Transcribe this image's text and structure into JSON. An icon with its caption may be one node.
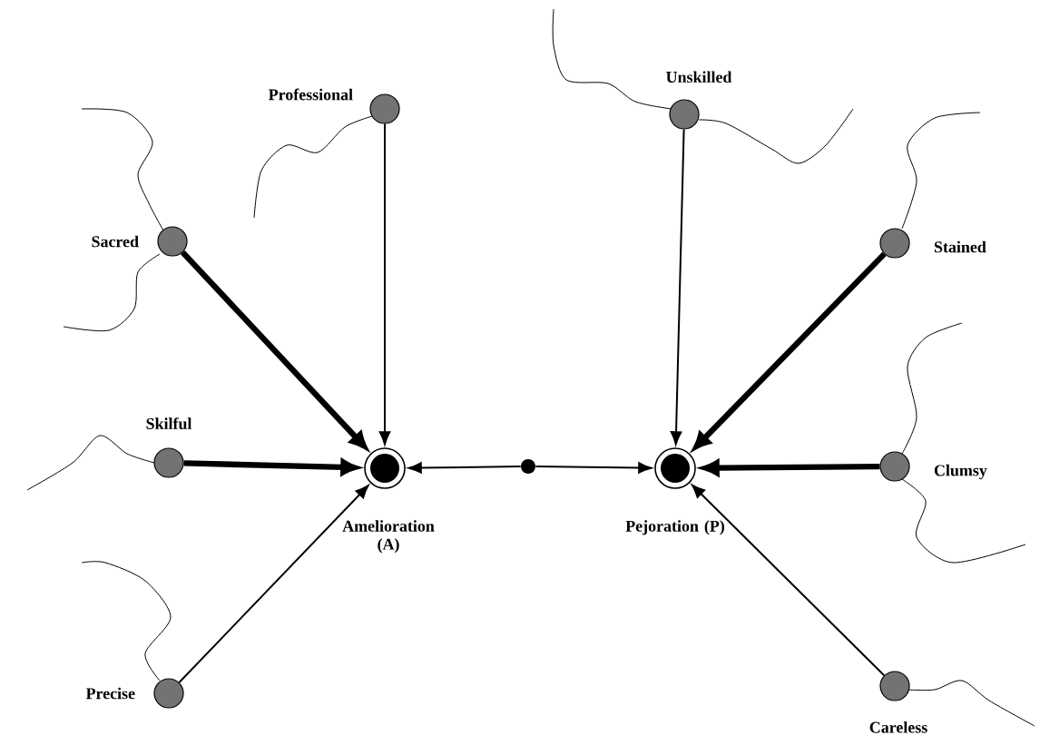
{
  "diagram": {
    "nodes": [
      {
        "text": [
          "Professional"
        ]
      },
      {
        "text": [
          "Unskilled"
        ]
      },
      {
        "text": [
          "Sacred"
        ]
      },
      {
        "text": [
          "Stained"
        ]
      },
      {
        "text": [
          "Skilful"
        ]
      },
      {
        "text": [
          "Amelioration (A)"
        ]
      },
      {
        "text": [],
        "shape": "circle"
      },
      {
        "text": [
          "Pejoration (P)"
        ]
      },
      {
        "text": [
          "Clumsy"
        ]
      },
      {
        "text": [
          "Precise"
        ]
      },
      {
        "text": [
          "Careless"
        ]
      }
    ],
    "edges": [
      {
        "from": 0,
        "to": 5,
        "arrow": "to"
      },
      {
        "from": 2,
        "to": 5,
        "arrow": "to",
        "style": "thick"
      },
      {
        "from": 4,
        "to": 5,
        "arrow": "to",
        "style": "thick"
      },
      {
        "from": 9,
        "to": 5,
        "arrow": "to"
      },
      {
        "from": 6,
        "to": 5,
        "arrow": "to"
      },
      {
        "from": 6,
        "to": 7,
        "arrow": "to"
      },
      {
        "from": 1,
        "to": 7,
        "arrow": "to"
      },
      {
        "from": 3,
        "to": 7,
        "arrow": "to",
        "style": "thick"
      },
      {
        "from": 8,
        "to": 7,
        "arrow": "to",
        "style": "thick"
      },
      {
        "from": 10,
        "to": 7,
        "arrow": "to"
      }
    ]
  }
}
